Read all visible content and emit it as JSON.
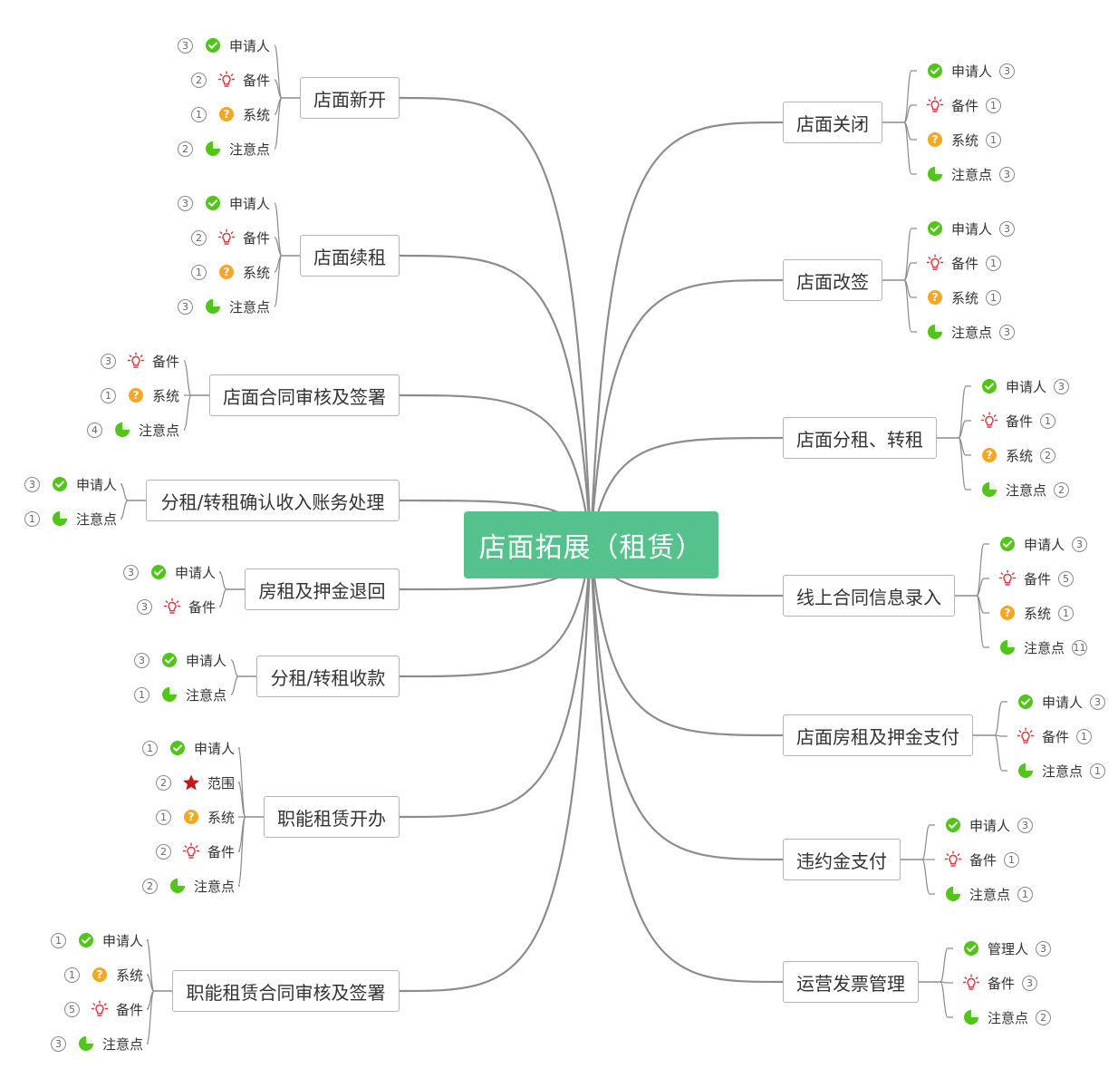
{
  "root": {
    "label": "店面拓展（租赁）",
    "color": "#55c18d"
  },
  "icons": {
    "check": {
      "name": "check-circle-icon",
      "color": "#52c41a"
    },
    "bulb": {
      "name": "lightbulb-icon",
      "color": "#d9363e"
    },
    "question": {
      "name": "question-circle-icon",
      "color": "#f5a623"
    },
    "pie": {
      "name": "pie-progress-icon",
      "color": "#52c41a"
    },
    "star": {
      "name": "star-icon",
      "color": "#c8161d"
    }
  },
  "left_topics": [
    {
      "label": "店面新开",
      "items": [
        {
          "icon": "check",
          "label": "申请人",
          "count": "3"
        },
        {
          "icon": "bulb",
          "label": "备件",
          "count": "2"
        },
        {
          "icon": "question",
          "label": "系统",
          "count": "1"
        },
        {
          "icon": "pie",
          "label": "注意点",
          "count": "2"
        }
      ]
    },
    {
      "label": "店面续租",
      "items": [
        {
          "icon": "check",
          "label": "申请人",
          "count": "3"
        },
        {
          "icon": "bulb",
          "label": "备件",
          "count": "2"
        },
        {
          "icon": "question",
          "label": "系统",
          "count": "1"
        },
        {
          "icon": "pie",
          "label": "注意点",
          "count": "3"
        }
      ]
    },
    {
      "label": "店面合同审核及签署",
      "items": [
        {
          "icon": "bulb",
          "label": "备件",
          "count": "3"
        },
        {
          "icon": "question",
          "label": "系统",
          "count": "1"
        },
        {
          "icon": "pie",
          "label": "注意点",
          "count": "4"
        }
      ]
    },
    {
      "label": "分租/转租确认收入账务处理",
      "items": [
        {
          "icon": "check",
          "label": "申请人",
          "count": "3"
        },
        {
          "icon": "pie",
          "label": "注意点",
          "count": "1"
        }
      ]
    },
    {
      "label": "房租及押金退回",
      "items": [
        {
          "icon": "check",
          "label": "申请人",
          "count": "3"
        },
        {
          "icon": "bulb",
          "label": "备件",
          "count": "3"
        }
      ]
    },
    {
      "label": "分租/转租收款",
      "items": [
        {
          "icon": "check",
          "label": "申请人",
          "count": "3"
        },
        {
          "icon": "pie",
          "label": "注意点",
          "count": "1"
        }
      ]
    },
    {
      "label": "职能租赁开办",
      "items": [
        {
          "icon": "check",
          "label": "申请人",
          "count": "1"
        },
        {
          "icon": "star",
          "label": "范围",
          "count": "2"
        },
        {
          "icon": "question",
          "label": "系统",
          "count": "1"
        },
        {
          "icon": "bulb",
          "label": "备件",
          "count": "2"
        },
        {
          "icon": "pie",
          "label": "注意点",
          "count": "2"
        }
      ]
    },
    {
      "label": "职能租赁合同审核及签署",
      "items": [
        {
          "icon": "check",
          "label": "申请人",
          "count": "1"
        },
        {
          "icon": "question",
          "label": "系统",
          "count": "1"
        },
        {
          "icon": "bulb",
          "label": "备件",
          "count": "5"
        },
        {
          "icon": "pie",
          "label": "注意点",
          "count": "3"
        }
      ]
    }
  ],
  "right_topics": [
    {
      "label": "店面关闭",
      "items": [
        {
          "icon": "check",
          "label": "申请人",
          "count": "3"
        },
        {
          "icon": "bulb",
          "label": "备件",
          "count": "1"
        },
        {
          "icon": "question",
          "label": "系统",
          "count": "1"
        },
        {
          "icon": "pie",
          "label": "注意点",
          "count": "3"
        }
      ]
    },
    {
      "label": "店面改签",
      "items": [
        {
          "icon": "check",
          "label": "申请人",
          "count": "3"
        },
        {
          "icon": "bulb",
          "label": "备件",
          "count": "1"
        },
        {
          "icon": "question",
          "label": "系统",
          "count": "1"
        },
        {
          "icon": "pie",
          "label": "注意点",
          "count": "3"
        }
      ]
    },
    {
      "label": "店面分租、转租",
      "items": [
        {
          "icon": "check",
          "label": "申请人",
          "count": "3"
        },
        {
          "icon": "bulb",
          "label": "备件",
          "count": "1"
        },
        {
          "icon": "question",
          "label": "系统",
          "count": "2"
        },
        {
          "icon": "pie",
          "label": "注意点",
          "count": "2"
        }
      ]
    },
    {
      "label": "线上合同信息录入",
      "items": [
        {
          "icon": "check",
          "label": "申请人",
          "count": "3"
        },
        {
          "icon": "bulb",
          "label": "备件",
          "count": "5"
        },
        {
          "icon": "question",
          "label": "系统",
          "count": "1"
        },
        {
          "icon": "pie",
          "label": "注意点",
          "count": "11"
        }
      ]
    },
    {
      "label": "店面房租及押金支付",
      "items": [
        {
          "icon": "check",
          "label": "申请人",
          "count": "3"
        },
        {
          "icon": "bulb",
          "label": "备件",
          "count": "1"
        },
        {
          "icon": "pie",
          "label": "注意点",
          "count": "1"
        }
      ]
    },
    {
      "label": "违约金支付",
      "items": [
        {
          "icon": "check",
          "label": "申请人",
          "count": "3"
        },
        {
          "icon": "bulb",
          "label": "备件",
          "count": "1"
        },
        {
          "icon": "pie",
          "label": "注意点",
          "count": "1"
        }
      ]
    },
    {
      "label": "运营发票管理",
      "items": [
        {
          "icon": "check",
          "label": "管理人",
          "count": "3"
        },
        {
          "icon": "bulb",
          "label": "备件",
          "count": "3"
        },
        {
          "icon": "pie",
          "label": "注意点",
          "count": "2"
        }
      ]
    }
  ]
}
